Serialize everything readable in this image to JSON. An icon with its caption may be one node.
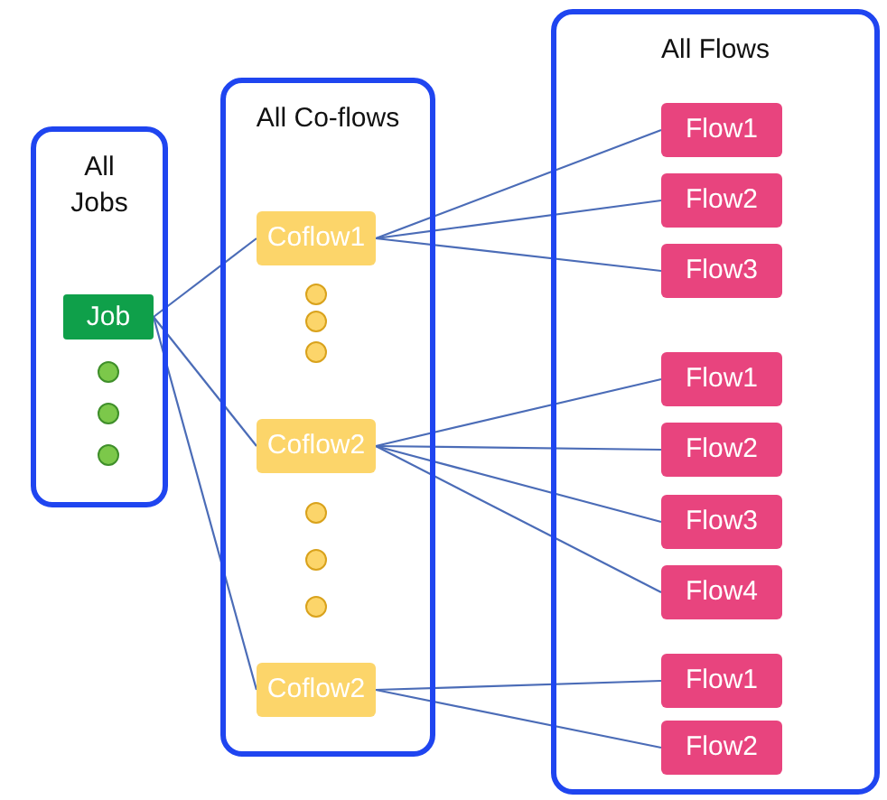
{
  "diagram": {
    "nodes": [
      {
        "text": [
          "All Jobs"
        ]
      },
      {
        "text": [
          "Job"
        ],
        "in": 0
      },
      {
        "text": [],
        "shape": "circle",
        "in": 0
      },
      {
        "text": [],
        "shape": "circle",
        "in": 0
      },
      {
        "text": [],
        "shape": "circle",
        "in": 0
      },
      {
        "text": [
          "All Co-flows"
        ]
      },
      {
        "text": [
          "Coflow1"
        ],
        "in": 5
      },
      {
        "text": [],
        "shape": "circle",
        "in": 5
      },
      {
        "text": [],
        "shape": "circle",
        "in": 5
      },
      {
        "text": [],
        "shape": "circle",
        "in": 5
      },
      {
        "text": [
          "Coflow2"
        ],
        "in": 5
      },
      {
        "text": [],
        "shape": "circle",
        "in": 5
      },
      {
        "text": [],
        "shape": "circle",
        "in": 5
      },
      {
        "text": [],
        "shape": "circle",
        "in": 5
      },
      {
        "text": [
          "Coflow2"
        ],
        "in": 5
      },
      {
        "text": [
          "All Flows"
        ]
      },
      {
        "text": [
          "Flow1"
        ],
        "in": 15
      },
      {
        "text": [
          "Flow2"
        ],
        "in": 15
      },
      {
        "text": [
          "Flow3"
        ],
        "in": 15
      },
      {
        "text": [
          "Flow1"
        ],
        "in": 15
      },
      {
        "text": [
          "Flow2"
        ],
        "in": 15
      },
      {
        "text": [
          "Flow3"
        ],
        "in": 15
      },
      {
        "text": [
          "Flow4"
        ],
        "in": 15
      },
      {
        "text": [
          "Flow1"
        ],
        "in": 15
      },
      {
        "text": [
          "Flow2"
        ],
        "in": 15
      }
    ],
    "edges": [
      {
        "from": 1,
        "to": 6,
        "arrow": "none"
      },
      {
        "from": 1,
        "to": 10,
        "arrow": "none"
      },
      {
        "from": 1,
        "to": 14,
        "arrow": "none"
      },
      {
        "from": 6,
        "to": 16,
        "arrow": "none"
      },
      {
        "from": 6,
        "to": 17,
        "arrow": "none"
      },
      {
        "from": 6,
        "to": 18,
        "arrow": "none"
      },
      {
        "from": 10,
        "to": 19,
        "arrow": "none"
      },
      {
        "from": 10,
        "to": 20,
        "arrow": "none"
      },
      {
        "from": 10,
        "to": 21,
        "arrow": "none"
      },
      {
        "from": 10,
        "to": 22,
        "arrow": "none"
      },
      {
        "from": 14,
        "to": 23,
        "arrow": "none"
      },
      {
        "from": 14,
        "to": 24,
        "arrow": "none"
      }
    ]
  }
}
